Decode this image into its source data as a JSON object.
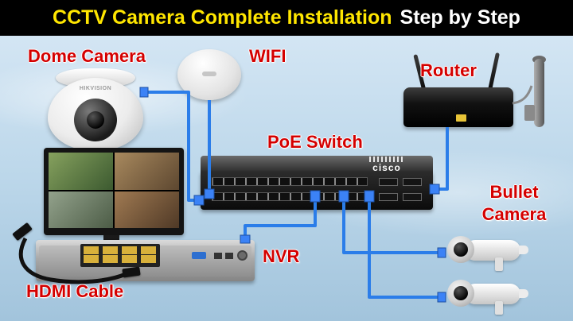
{
  "title": {
    "highlight": "CCTV Camera Complete Installation",
    "rest": "Step by Step"
  },
  "labels": {
    "dome_camera": "Dome Camera",
    "wifi": "WIFI",
    "router": "Router",
    "poe_switch": "PoE Switch",
    "nvr": "NVR",
    "bullet_line1": "Bullet",
    "bullet_line2": "Camera",
    "hdmi_cable": "HDMI Cable"
  },
  "brands": {
    "dome": "HIKVISION",
    "switch": "cisco"
  },
  "colors": {
    "title_highlight": "#ffe600",
    "title_rest": "#ffffff",
    "title_bar_bg": "#000000",
    "label_red": "#d40000",
    "cable_blue": "#2b7de9",
    "background_blue": "#bcd7ea"
  }
}
